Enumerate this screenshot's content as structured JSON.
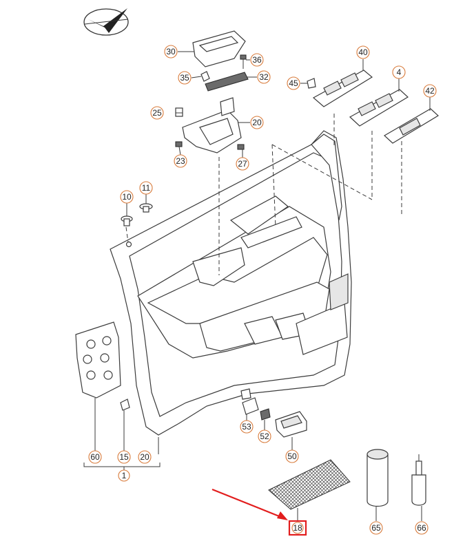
{
  "colors": {
    "callout_ring": "#d87a3a",
    "highlight": "#e21d1d",
    "line": "#3a3a3a"
  },
  "icons": {
    "logo": "check-emblem-icon"
  },
  "callouts": {
    "c30": "30",
    "c36": "36",
    "c35": "35",
    "c32": "32",
    "c40": "40",
    "c45": "45",
    "c4": "4",
    "c42": "42",
    "c25": "25",
    "c20a": "20",
    "c23": "23",
    "c27": "27",
    "c10": "10",
    "c11": "11",
    "c60": "60",
    "c15": "15",
    "c20b": "20",
    "c1": "1",
    "c53": "53",
    "c52": "52",
    "c50": "50",
    "c18": "18",
    "c65": "65",
    "c66": "66"
  },
  "highlight": {
    "part": "18"
  }
}
